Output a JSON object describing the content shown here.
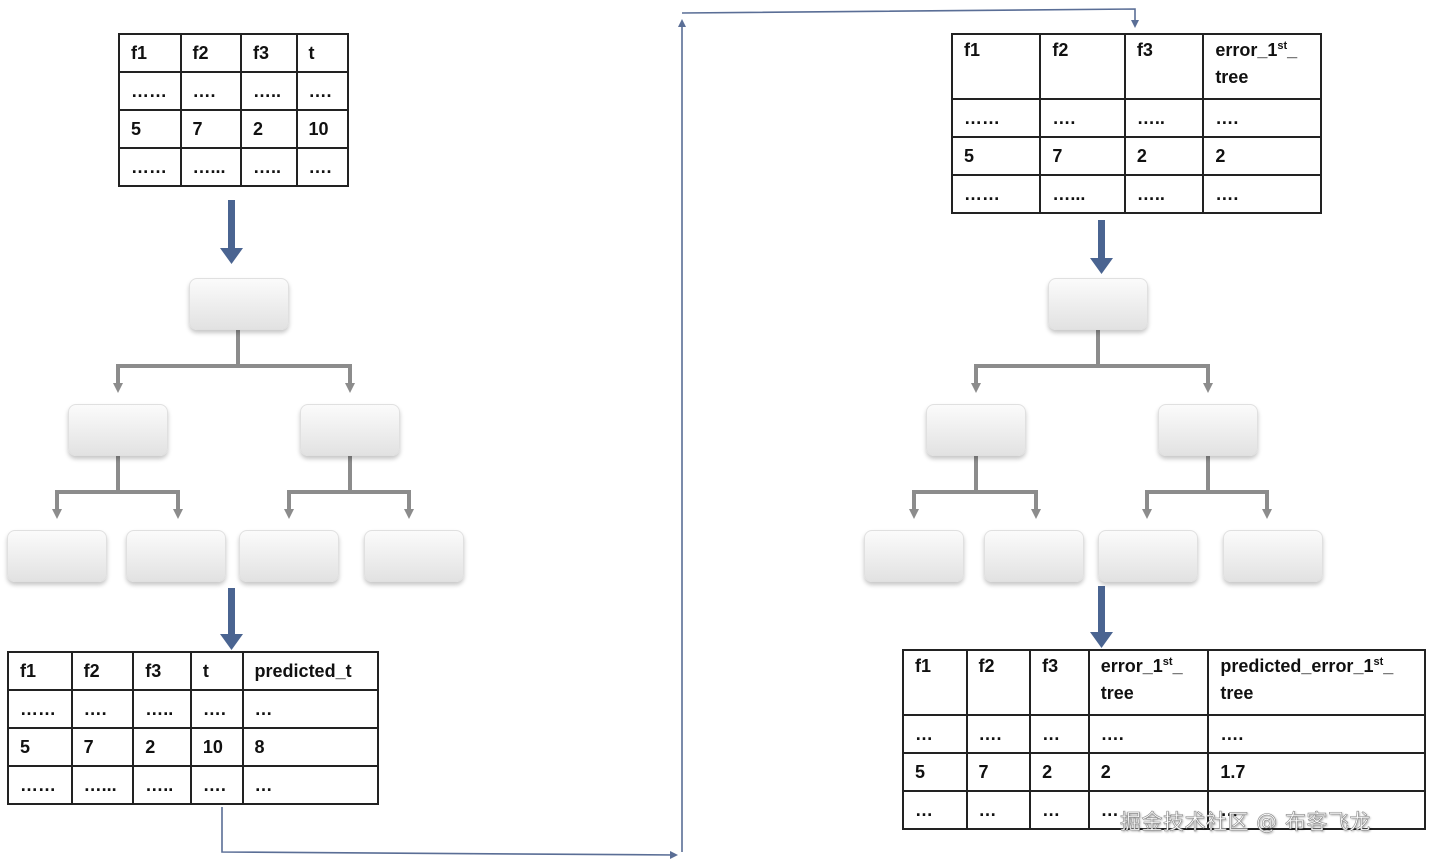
{
  "table1": {
    "rows": [
      [
        "f1",
        "f2",
        "f3",
        "t"
      ],
      [
        "……",
        "….",
        "…..",
        "…."
      ],
      [
        "5",
        "7",
        "2",
        "10"
      ],
      [
        "……",
        "…...",
        "…..",
        "…."
      ]
    ]
  },
  "table2": {
    "rows": [
      [
        "f1",
        "f2",
        "f3",
        "t",
        "predicted_t"
      ],
      [
        "……",
        "….",
        "…..",
        "….",
        "…"
      ],
      [
        "5",
        "7",
        "2",
        "10",
        "8"
      ],
      [
        "……",
        "…...",
        "…..",
        "….",
        "…"
      ]
    ]
  },
  "table3": {
    "header": {
      "f1": "f1",
      "f2": "f2",
      "f3": "f3",
      "c4_main": "error_1",
      "c4_sup": "st",
      "c4_tail": "_",
      "c4_line2": "tree"
    },
    "rows": [
      [
        "……",
        "….",
        "…..",
        "…."
      ],
      [
        "5",
        "7",
        "2",
        "2"
      ],
      [
        "……",
        "…...",
        "…..",
        "…."
      ]
    ]
  },
  "table4": {
    "header": {
      "f1": "f1",
      "f2": "f2",
      "f3": "f3",
      "c4_main": "error_1",
      "c4_sup": "st",
      "c4_tail": "_",
      "c4_line2": "tree",
      "c5_main": "predicted_error_1",
      "c5_sup": "st",
      "c5_tail": "_",
      "c5_line2": "tree"
    },
    "rows": [
      [
        "…",
        "….",
        "…",
        "….",
        "…."
      ],
      [
        "5",
        "7",
        "2",
        "2",
        "1.7"
      ],
      [
        "…",
        "…",
        "…",
        "…",
        "…"
      ]
    ]
  },
  "watermark": "掘金技术社区 @ 布客飞龙",
  "colors": {
    "down_arrow": "#4a6491",
    "tree_edge": "#8c8c8c",
    "flow_line": "#5a6e96"
  }
}
